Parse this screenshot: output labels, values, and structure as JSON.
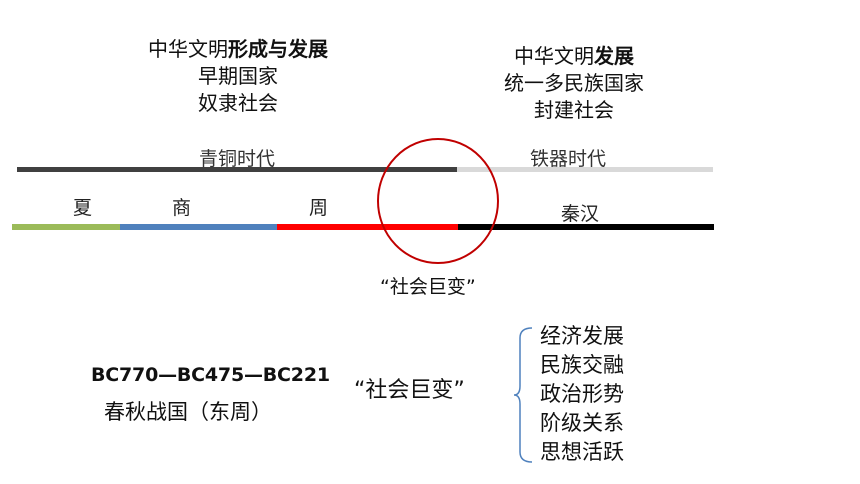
{
  "left_block": {
    "line1_regular": "中华文明",
    "line1_bold": "形成与发展",
    "line2": "早期国家",
    "line3": "奴隶社会"
  },
  "right_block": {
    "line1_regular": "中华文明",
    "line1_bold": "发展",
    "line2": "统一多民族国家",
    "line3": "封建社会"
  },
  "eras": {
    "bronze": "青铜时代",
    "iron": "铁器时代"
  },
  "dynasties": {
    "xia": "夏",
    "shang": "商",
    "zhou": "周",
    "qinhan": "秦汉"
  },
  "circle_caption": "“社会巨变”",
  "dates": "BC770—BC475—BC221",
  "period": "春秋战国（东周）",
  "change_label": "“社会巨变”",
  "aspects": [
    "经济发展",
    "民族交融",
    "政治形势",
    "阶级关系",
    "思想活跃"
  ],
  "colors": {
    "bronze_bar": "#404040",
    "iron_bar": "#d9d9d9",
    "xia": "#9bbb59",
    "shang": "#4f81bd",
    "zhou": "#ff0000",
    "qinhan": "#000000",
    "circle": "#c00000",
    "brace": "#4f81bd"
  }
}
